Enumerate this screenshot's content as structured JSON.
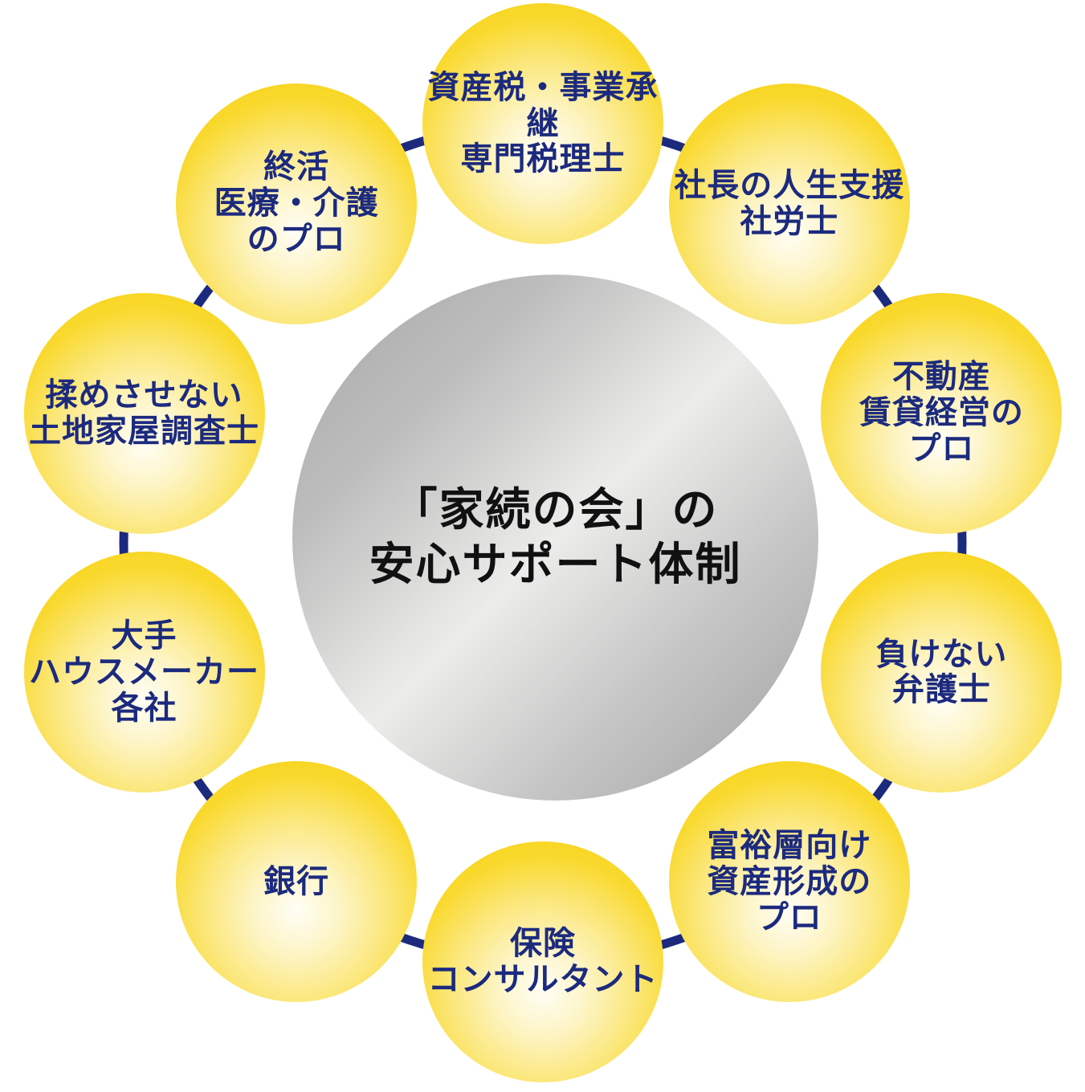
{
  "colors": {
    "ring": "#1c2a7e",
    "node_text": "#1c2a7e",
    "node_fill_outer": "#f6cf0b",
    "node_fill_center": "#fffef6",
    "hub_fill": "#c8c8c8",
    "hub_text": "#111111"
  },
  "hub": {
    "title": "「家続の会」の\n安心サポート体制"
  },
  "nodes": [
    {
      "label": "資産税・事業承継\n専門税理士"
    },
    {
      "label": "社長の人生支援\n社労士"
    },
    {
      "label": "不動産\n賃貸経営の\nプロ"
    },
    {
      "label": "負けない\n弁護士"
    },
    {
      "label": "富裕層向け\n資産形成の\nプロ"
    },
    {
      "label": "保険\nコンサルタント"
    },
    {
      "label": "銀行"
    },
    {
      "label": "大手\nハウスメーカー\n各社"
    },
    {
      "label": "揉めさせない\n土地家屋調査士"
    },
    {
      "label": "終活\n医療・介護\nのプロ"
    }
  ]
}
